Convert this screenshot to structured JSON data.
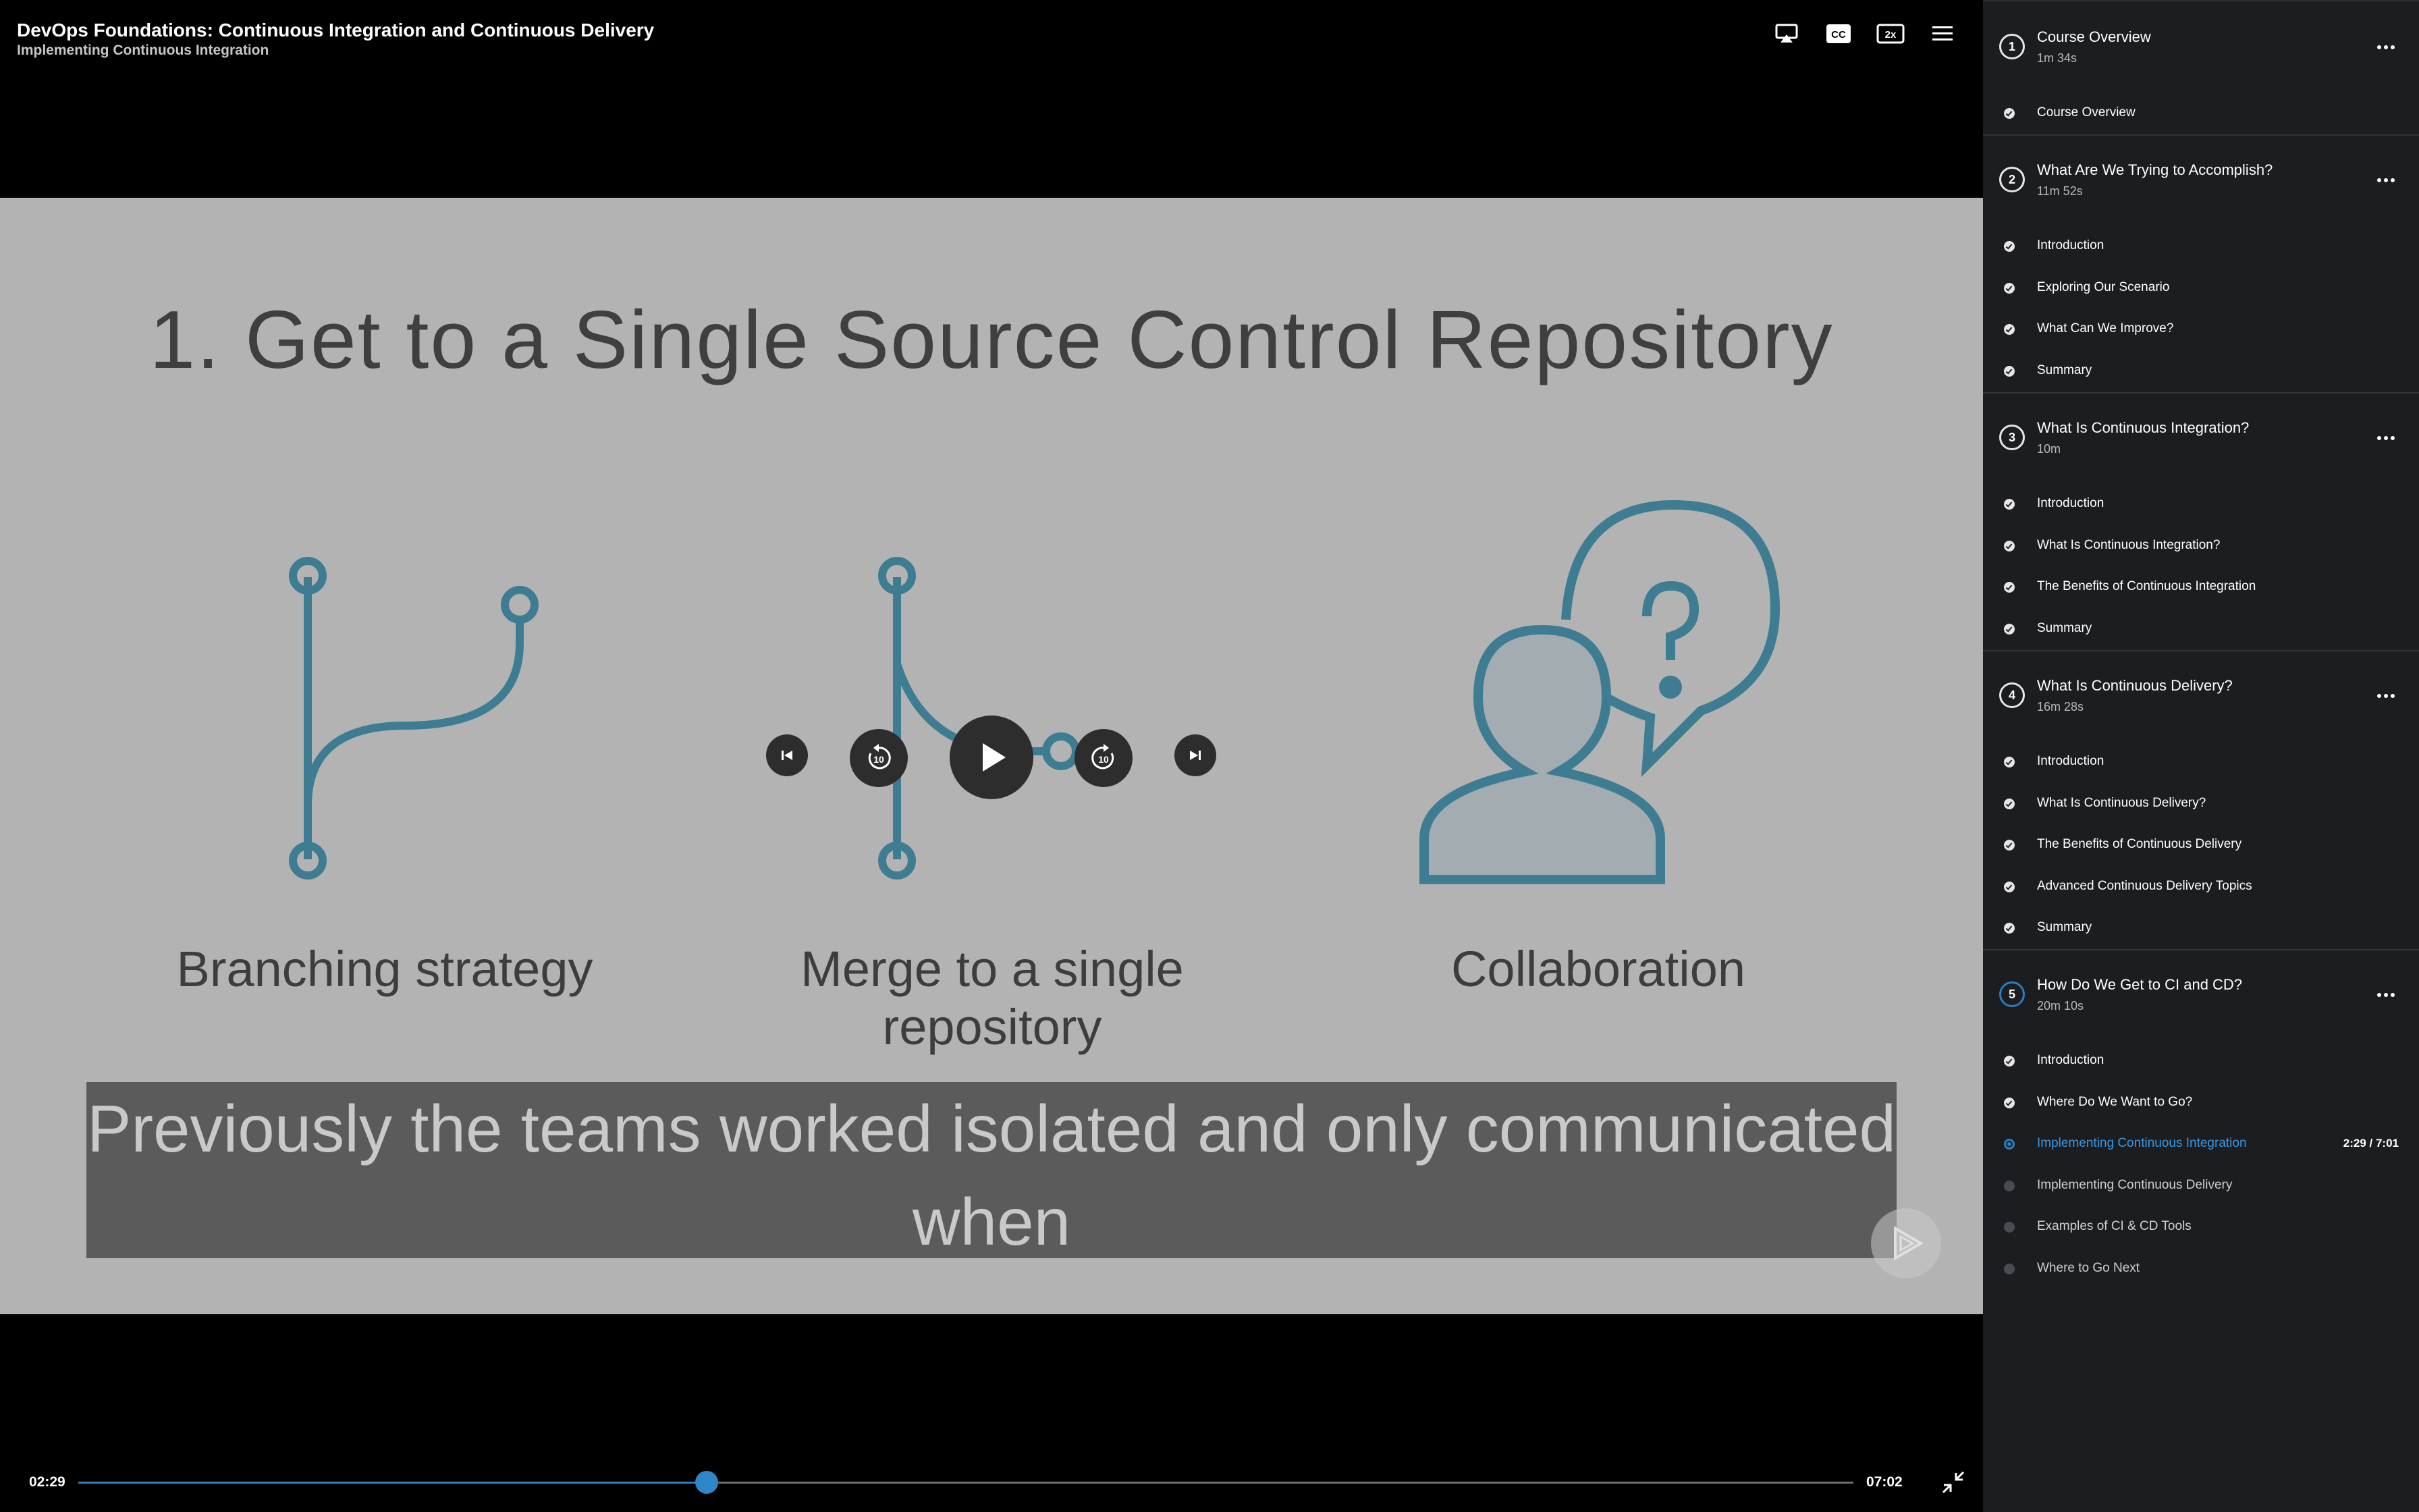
{
  "header": {
    "course_title": "DevOps Foundations: Continuous Integration and Continuous Delivery",
    "module_title": "Implementing Continuous Integration"
  },
  "top_icons": [
    "airplay-icon",
    "closed-captions-icon",
    "playback-speed-icon",
    "menu-icon"
  ],
  "top_icon_labels": {
    "cc": "CC",
    "speed": "2x"
  },
  "slide": {
    "title": "1. Get to a Single Source Control Repository",
    "labels": [
      "Branching strategy",
      "Merge to a single repository",
      "Collaboration"
    ],
    "label_lines": [
      "Merge to a single",
      "repository"
    ]
  },
  "caption": {
    "line1": "Previously the teams worked isolated and only communicated",
    "line2": "when"
  },
  "controls": {
    "rewind_label": "10",
    "forward_label": "10"
  },
  "progress": {
    "current": "02:29",
    "total": "07:02",
    "fraction": 0.354
  },
  "colors": {
    "accent": "#2a7fbf",
    "slide_icon": "#3e7c92",
    "slide_bg": "#b3b3b3",
    "sidebar_bg": "#1c1d21"
  },
  "sidebar": {
    "modules": [
      {
        "number": "1",
        "title": "Course Overview",
        "duration": "1m 34s",
        "clips": [
          {
            "label": "Course Overview",
            "state": "done"
          }
        ]
      },
      {
        "number": "2",
        "title": "What Are We Trying to Accomplish?",
        "duration": "11m 52s",
        "clips": [
          {
            "label": "Introduction",
            "state": "done"
          },
          {
            "label": "Exploring Our Scenario",
            "state": "done"
          },
          {
            "label": "What Can We Improve?",
            "state": "done"
          },
          {
            "label": "Summary",
            "state": "done"
          }
        ]
      },
      {
        "number": "3",
        "title": "What Is Continuous Integration?",
        "duration": "10m",
        "clips": [
          {
            "label": "Introduction",
            "state": "done"
          },
          {
            "label": "What Is Continuous Integration?",
            "state": "done"
          },
          {
            "label": "The Benefits of Continuous Integration",
            "state": "done"
          },
          {
            "label": "Summary",
            "state": "done"
          }
        ]
      },
      {
        "number": "4",
        "title": "What Is Continuous Delivery?",
        "duration": "16m 28s",
        "clips": [
          {
            "label": "Introduction",
            "state": "done"
          },
          {
            "label": "What Is Continuous Delivery?",
            "state": "done"
          },
          {
            "label": "The Benefits of Continuous Delivery",
            "state": "done"
          },
          {
            "label": "Advanced Continuous Delivery Topics",
            "state": "done"
          },
          {
            "label": "Summary",
            "state": "done"
          }
        ]
      },
      {
        "number": "5",
        "title": "How Do We Get to CI and CD?",
        "duration": "20m 10s",
        "current": true,
        "clips": [
          {
            "label": "Introduction",
            "state": "done"
          },
          {
            "label": "Where Do We Want to Go?",
            "state": "done"
          },
          {
            "label": "Implementing Continuous Integration",
            "state": "current",
            "progress": "2:29 / 7:01"
          },
          {
            "label": "Implementing Continuous Delivery",
            "state": "todo"
          },
          {
            "label": "Examples of CI & CD Tools",
            "state": "todo"
          },
          {
            "label": "Where to Go Next",
            "state": "todo"
          }
        ]
      }
    ]
  }
}
